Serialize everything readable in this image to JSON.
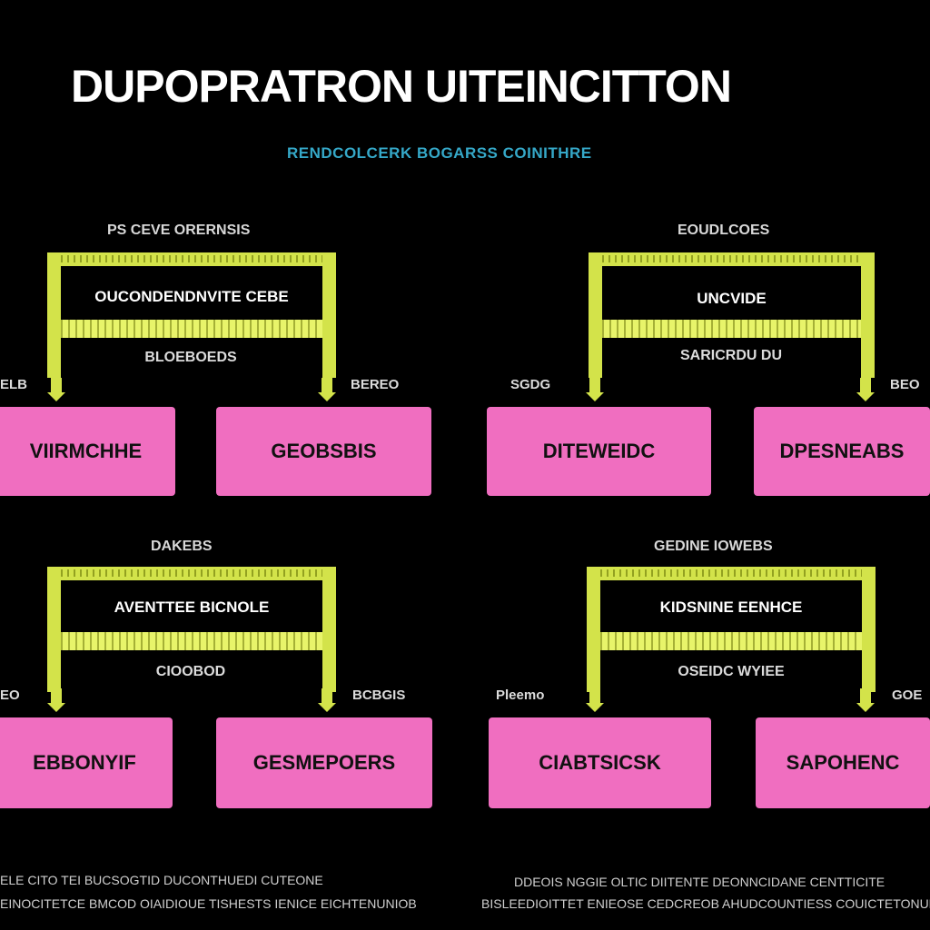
{
  "title": "DUPOPRATRON UITEINCITTON",
  "subtitle": "RENDCOLCERK BOGARSS COINITHRE",
  "colors": {
    "background": "#000000",
    "frame": "#d3e34a",
    "box": "#f06ec0",
    "subtitle": "#35a8c8",
    "text": "#ffffff"
  },
  "groups": [
    {
      "label": "PS CEVE ORERNSIS",
      "inner_label": "OUCONDENDNVITE CEBE",
      "mid_label": "BLOEBOEDS",
      "left_side_label": "ELB",
      "right_side_label": "BEREO",
      "left_box": "VIIRMCHHE",
      "right_box": "GEOBSBIS"
    },
    {
      "label": "EOUDLCOES",
      "inner_label": "UNCVIDE",
      "mid_label": "SARICRDU DU",
      "left_side_label": "SGDG",
      "right_side_label": "BEO",
      "left_box": "DITEWEIDC",
      "right_box": "DPESNEABS"
    },
    {
      "label": "DAKEBS",
      "inner_label": "AVENTTEE BICNOLE",
      "mid_label": "CIOOBOD",
      "left_side_label": "EO",
      "right_side_label": "BCBGIS",
      "left_box": "EBBONYIF",
      "right_box": "GESMEPOERS"
    },
    {
      "label": "GEDINE IOWEBS",
      "inner_label": "KIDSNINE EENHCE",
      "mid_label": "OSEIDC WYIEE",
      "left_side_label": "Pleemo",
      "right_side_label": "GOE",
      "left_box": "CIABTSICSK",
      "right_box": "SAPOHENC"
    }
  ],
  "footer": {
    "left_line1": "ELE CITO TEI BUCSOGTID DUCONTHUEDI CUTEONE",
    "left_line2": "EINOCITETCE BMCOD OIAIDIOUE TISHESTS IENICE EICHTENUNIOB",
    "right_line1": "DDEOIS NGGIE OLTIC DIITENTE DEONNCIDANE CENTTICITE",
    "right_line2": "BISLEEDIOITTET ENIEOSE CEDCREOB AHUDCOUNTIESS COUICTETONUE"
  }
}
